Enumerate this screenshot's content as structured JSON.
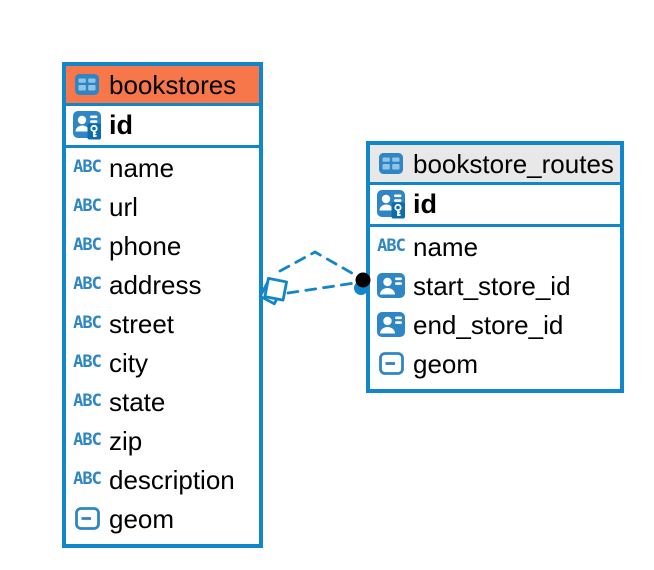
{
  "colors": {
    "accent_blue": "#1186C8",
    "header_orange": "#F7774B",
    "header_gray": "#E8E8E8",
    "icon_blue": "#2E86C5",
    "icon_blue_light": "#93C4E6",
    "icon_blue_dark": "#0D6CAD",
    "text": "#000000"
  },
  "icons": {
    "table_icon": "table-grid-icon",
    "primary_key_icon": "person-with-key-icon",
    "reference_icon": "person-badge-icon",
    "geometry_icon": "square-dash-icon",
    "text_type_glyph": "ABC"
  },
  "tables": [
    {
      "name": "bookstores",
      "header_style": "orange",
      "primary_key": {
        "name": "id",
        "type": "primary"
      },
      "columns": [
        {
          "name": "name",
          "type": "text"
        },
        {
          "name": "url",
          "type": "text"
        },
        {
          "name": "phone",
          "type": "text"
        },
        {
          "name": "address",
          "type": "text"
        },
        {
          "name": "street",
          "type": "text"
        },
        {
          "name": "city",
          "type": "text"
        },
        {
          "name": "state",
          "type": "text"
        },
        {
          "name": "zip",
          "type": "text"
        },
        {
          "name": "description",
          "type": "text"
        },
        {
          "name": "geom",
          "type": "geometry"
        }
      ]
    },
    {
      "name": "bookstore_routes",
      "header_style": "gray",
      "primary_key": {
        "name": "id",
        "type": "primary"
      },
      "columns": [
        {
          "name": "name",
          "type": "text"
        },
        {
          "name": "start_store_id",
          "type": "reference"
        },
        {
          "name": "end_store_id",
          "type": "reference"
        },
        {
          "name": "geom",
          "type": "geometry"
        }
      ]
    }
  ],
  "relationship": {
    "style": "dashed",
    "color": "#1186C8",
    "line_count": 2,
    "end_a": {
      "table": "bookstores",
      "marker": "stacked-squares"
    },
    "end_b": {
      "table": "bookstore_routes",
      "marker": "filled-dot"
    }
  }
}
